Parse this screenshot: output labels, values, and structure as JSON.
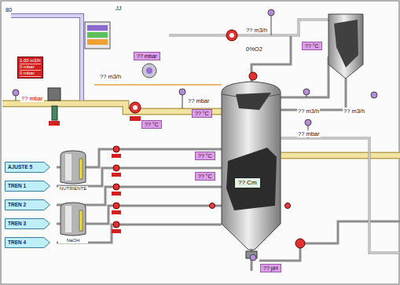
{
  "diagram": {
    "nodes": [
      {
        "text": [
          "1.00 m3/h",
          "0 mbar",
          "0 mbar"
        ]
      },
      {
        "text": [
          "?? mbar"
        ]
      },
      {
        "text": [
          "?? °C"
        ]
      },
      {
        "text": [
          "?? °C"
        ]
      },
      {
        "text": [
          "?? °C"
        ]
      },
      {
        "text": [
          "?? °C"
        ]
      },
      {
        "text": [
          "?? °C"
        ]
      },
      {
        "text": [
          "?? Cm"
        ]
      },
      {
        "text": [
          "?? pH"
        ]
      },
      {
        "text": [
          "AJUSTE 5"
        ]
      },
      {
        "text": [
          "TREN 1"
        ]
      },
      {
        "text": [
          "TREN 2"
        ]
      },
      {
        "text": [
          "TREN 3"
        ]
      },
      {
        "text": [
          "TREN 4"
        ]
      },
      {
        "text": [
          "NUTRIENTE"
        ]
      },
      {
        "text": [
          "NaOH"
        ]
      }
    ],
    "labels": [
      "80",
      "JJ",
      "?? mbar",
      "?? m3/h",
      "?? mbar",
      "?? m3/h",
      "0%O2",
      "?? m3/h",
      "?? m3/h",
      "?? mbar"
    ]
  }
}
